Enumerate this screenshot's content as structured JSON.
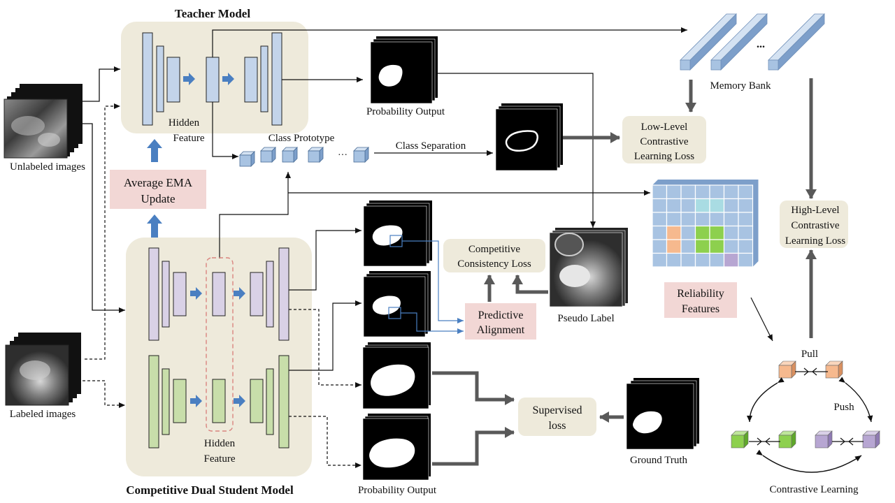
{
  "titles": {
    "teacher": "Teacher Model",
    "student": "Competitive Dual Student Model"
  },
  "labels": {
    "unlabeled_images": "Unlabeled images",
    "labeled_images": "Labeled images",
    "teacher_hidden_1": "Hidden",
    "teacher_hidden_2": "Feature",
    "class_prototype": "Class Prototype",
    "class_separation": "Class Separation",
    "ellipsis": "···",
    "memory_bank": "Memory Bank",
    "memory_ellipsis": "...",
    "probability_output_top": "Probability Output",
    "probability_output_bottom": "Probability Output",
    "student_hidden_1": "Hidden",
    "student_hidden_2": "Feature",
    "pseudo_label": "Pseudo Label",
    "ground_truth": "Ground Truth",
    "pull": "Pull",
    "push": "Push",
    "contrastive_learning": "Contrastive Learning"
  },
  "boxes": {
    "ema_1": "Average  EMA",
    "ema_2": "Update",
    "low_1": "Low-Level",
    "low_2": "Contrastive",
    "low_3": "Learning  Loss",
    "high_1": "High-Level",
    "high_2": "Contrastive",
    "high_3": "Learning  Loss",
    "comp_1": "Competitive",
    "comp_2": "Consistency Loss",
    "pred_1": "Predictive",
    "pred_2": "Alignment",
    "rel_1": "Reliability",
    "rel_2": "Features",
    "sup_1": "Supervised",
    "sup_2": "loss"
  },
  "colors": {
    "panel": "#eeeadb",
    "pink_box": "#f2d7d5",
    "teacher_block": "#c3d4ea",
    "student_top_block": "#d9d1e6",
    "student_bottom_block": "#c8deaa",
    "cube_blue": "#a8c3e2",
    "cube_orange": "#f6b98e",
    "cube_green": "#8dd04e",
    "cube_purple": "#b7a6d2",
    "arrow_blue": "#4a7fc1",
    "gray_arrow": "#595959",
    "dashed_red": "#d9847f"
  }
}
